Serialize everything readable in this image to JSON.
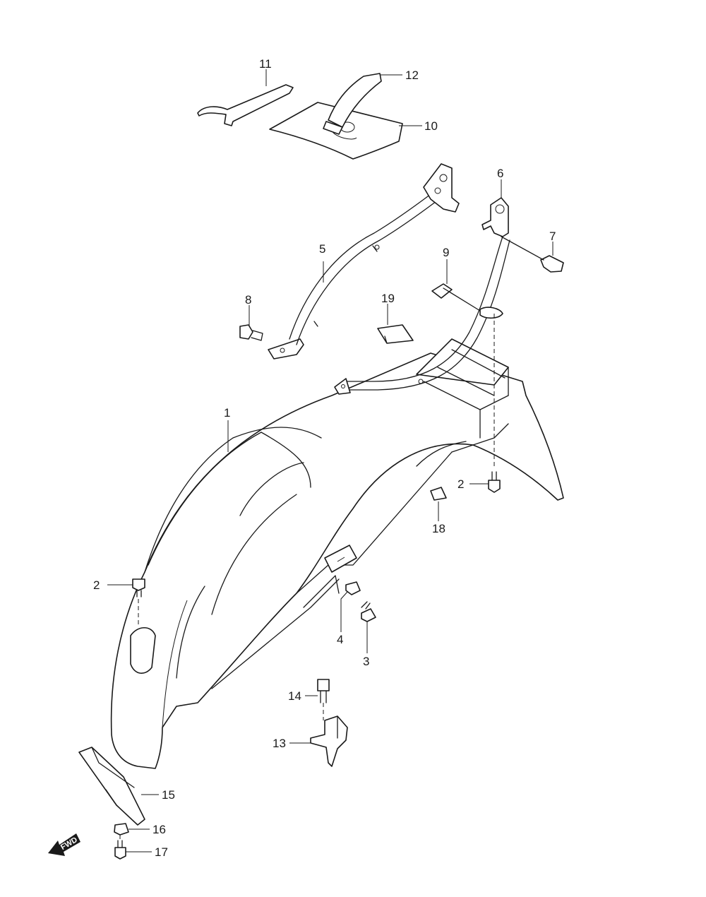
{
  "diagram": {
    "callouts": [
      {
        "id": "c1",
        "label": "1"
      },
      {
        "id": "c2a",
        "label": "2"
      },
      {
        "id": "c2b",
        "label": "2"
      },
      {
        "id": "c3",
        "label": "3"
      },
      {
        "id": "c4",
        "label": "4"
      },
      {
        "id": "c5",
        "label": "5"
      },
      {
        "id": "c6",
        "label": "6"
      },
      {
        "id": "c7",
        "label": "7"
      },
      {
        "id": "c8",
        "label": "8"
      },
      {
        "id": "c9",
        "label": "9"
      },
      {
        "id": "c10",
        "label": "10"
      },
      {
        "id": "c11",
        "label": "11"
      },
      {
        "id": "c12",
        "label": "12"
      },
      {
        "id": "c13",
        "label": "13"
      },
      {
        "id": "c14",
        "label": "14"
      },
      {
        "id": "c15",
        "label": "15"
      },
      {
        "id": "c16",
        "label": "16"
      },
      {
        "id": "c17",
        "label": "17"
      },
      {
        "id": "c18",
        "label": "18"
      },
      {
        "id": "c19",
        "label": "19"
      }
    ],
    "direction_marker": {
      "label": "FWD",
      "icon": "forward-arrow-icon"
    },
    "colors": {
      "line": "#1a1a1a",
      "background": "#ffffff"
    }
  }
}
